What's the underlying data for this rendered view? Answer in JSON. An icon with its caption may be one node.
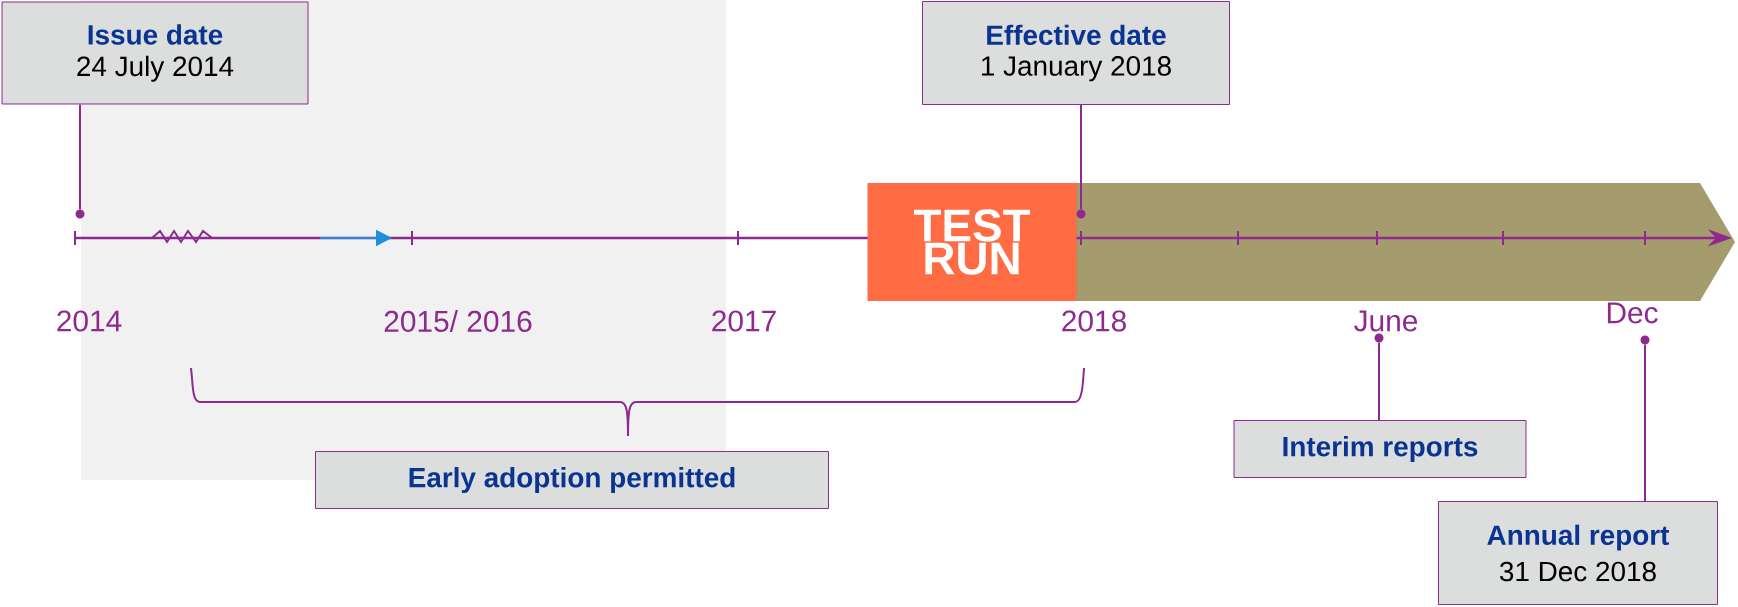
{
  "diagram": {
    "nodes": [
      {
        "text": [
          "Issue date",
          "24 July 2014"
        ]
      },
      {
        "text": [
          "Effective date",
          "1 January 2018"
        ]
      },
      {
        "text": [
          "TEST RUN"
        ]
      },
      {
        "text": [
          "Early adoption permitted"
        ]
      },
      {
        "text": [
          "Interim reports"
        ]
      },
      {
        "text": [
          "Annual report",
          "31 Dec 2018"
        ]
      },
      {
        "text": [],
        "shape": "circle"
      },
      {
        "text": [],
        "shape": "circle"
      },
      {
        "text": [],
        "shape": "circle"
      },
      {
        "text": [],
        "shape": "circle"
      }
    ],
    "edges": [
      {
        "from": 0,
        "to": 6,
        "arrow": "none"
      },
      {
        "from": 1,
        "to": 7,
        "arrow": "none"
      },
      {
        "from": 4,
        "to": 8,
        "arrow": "none"
      },
      {
        "from": 5,
        "to": 9,
        "arrow": "none"
      }
    ],
    "labels": [
      "2014",
      "2015/ 2016",
      "2017",
      "2018",
      "June",
      "Dec"
    ]
  }
}
